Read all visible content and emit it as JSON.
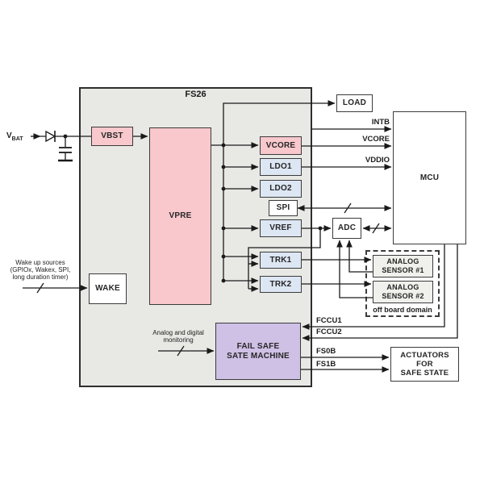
{
  "diagram": {
    "title": "FS26",
    "blocks": {
      "vbst": "VBST",
      "vpre": "VPRE",
      "vcore": "VCORE",
      "ldo1": "LDO1",
      "ldo2": "LDO2",
      "spi": "SPI",
      "vref": "VREF",
      "trk1": "TRK1",
      "trk2": "TRK2",
      "wake": "WAKE",
      "failsafe_line1": "FAIL SAFE",
      "failsafe_line2": "SATE MACHINE",
      "load": "LOAD",
      "mcu": "MCU",
      "adc": "ADC",
      "sensor1_line1": "ANALOG",
      "sensor1_line2": "SENSOR #1",
      "sensor2_line1": "ANALOG",
      "sensor2_line2": "SENSOR #2",
      "offboard_label": "off board domain",
      "actuators_line1": "ACTUATORS",
      "actuators_line2": "FOR",
      "actuators_line3": "SAFE STATE"
    },
    "signals": {
      "intb": "INTB",
      "vcore": "VCORE",
      "vddio": "VDDIO",
      "fccu1": "FCCU1",
      "fccu2": "FCCU2",
      "fs0b": "FS0B",
      "fs1b": "FS1B"
    },
    "notes": {
      "vbat_main": "V",
      "vbat_sub": "BAT",
      "wake_line1": "Wake up sources",
      "wake_line2": "(GPIOx, Wakex, SPI,",
      "wake_line3": "long duration timer)",
      "monitor_line1": "Analog and digital",
      "monitor_line2": "monitoring"
    },
    "colors": {
      "regulator_pink": "#f8c8cd",
      "ldo_blue": "#dde6f3",
      "failsafe_purple": "#cfc0e5",
      "chip_gray": "#e8e8e5",
      "sensor_gray": "#f0f0ec",
      "wire": "#1a1a1a"
    }
  }
}
